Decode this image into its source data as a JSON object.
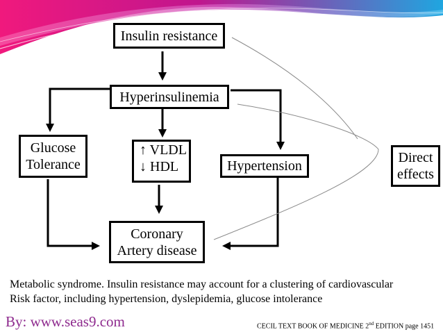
{
  "diagram": {
    "boxes": {
      "insulin_resistance": "Insulin resistance",
      "hyperinsulinemia": "Hyperinsulinemia",
      "glucose_tolerance": [
        "Glucose",
        "Tolerance"
      ],
      "lipids": [
        "↑ VLDL",
        "↓ HDL"
      ],
      "hypertension": "Hypertension",
      "direct_effects": [
        "Direct",
        "effects"
      ],
      "coronary": [
        "Coronary",
        "Artery disease"
      ]
    },
    "caption": [
      "Metabolic syndrome. Insulin resistance may account for a clustering of cardiovascular",
      "Risk factor, including hypertension, dyslepidemia, glucose intolerance"
    ]
  },
  "footer": {
    "byline": "By: www.seas9.com",
    "reference": "CECIL TEXT BOOK OF MEDICINE 2",
    "reference_sup": "nd",
    "reference_tail": " EDITION page 1451"
  },
  "colors": {
    "wave_pink": "#f0197d",
    "wave_magenta": "#c0168e",
    "wave_blue": "#1fa6e0",
    "byline": "#8e2a8e"
  }
}
